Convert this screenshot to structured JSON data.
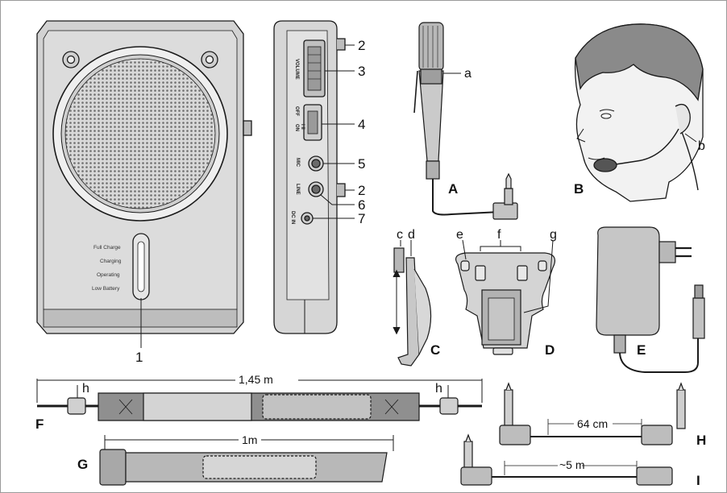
{
  "speaker": {
    "led_labels": [
      "Full Charge",
      "Charging",
      "Operating",
      "Low Battery"
    ],
    "side_labels": {
      "volume": "VOLUME",
      "off": "OFF",
      "on": "ON",
      "switch_marks": "I II",
      "mic": "MIC",
      "line": "LINE",
      "dcin": "DC IN"
    },
    "callouts": [
      "1",
      "2",
      "3",
      "4",
      "5",
      "6",
      "7",
      "2"
    ]
  },
  "accessories": {
    "letters": [
      "A",
      "B",
      "C",
      "D",
      "E",
      "F",
      "G",
      "H",
      "I"
    ],
    "sub_labels": {
      "a": "a",
      "b": "b",
      "c": "c",
      "d": "d",
      "e": "e",
      "f": "f",
      "g": "g",
      "h": "h"
    }
  },
  "dimensions": {
    "strap_long": "1,45 m",
    "strap_short": "1m",
    "cable_h": "64 cm",
    "cable_i": "~5 m"
  },
  "colors": {
    "line": "#1a1a1a",
    "body_fill": "#c9c9c9",
    "body_light": "#dcdcdc",
    "body_dark": "#a8a8a8",
    "grille": "#8c8c8c"
  }
}
